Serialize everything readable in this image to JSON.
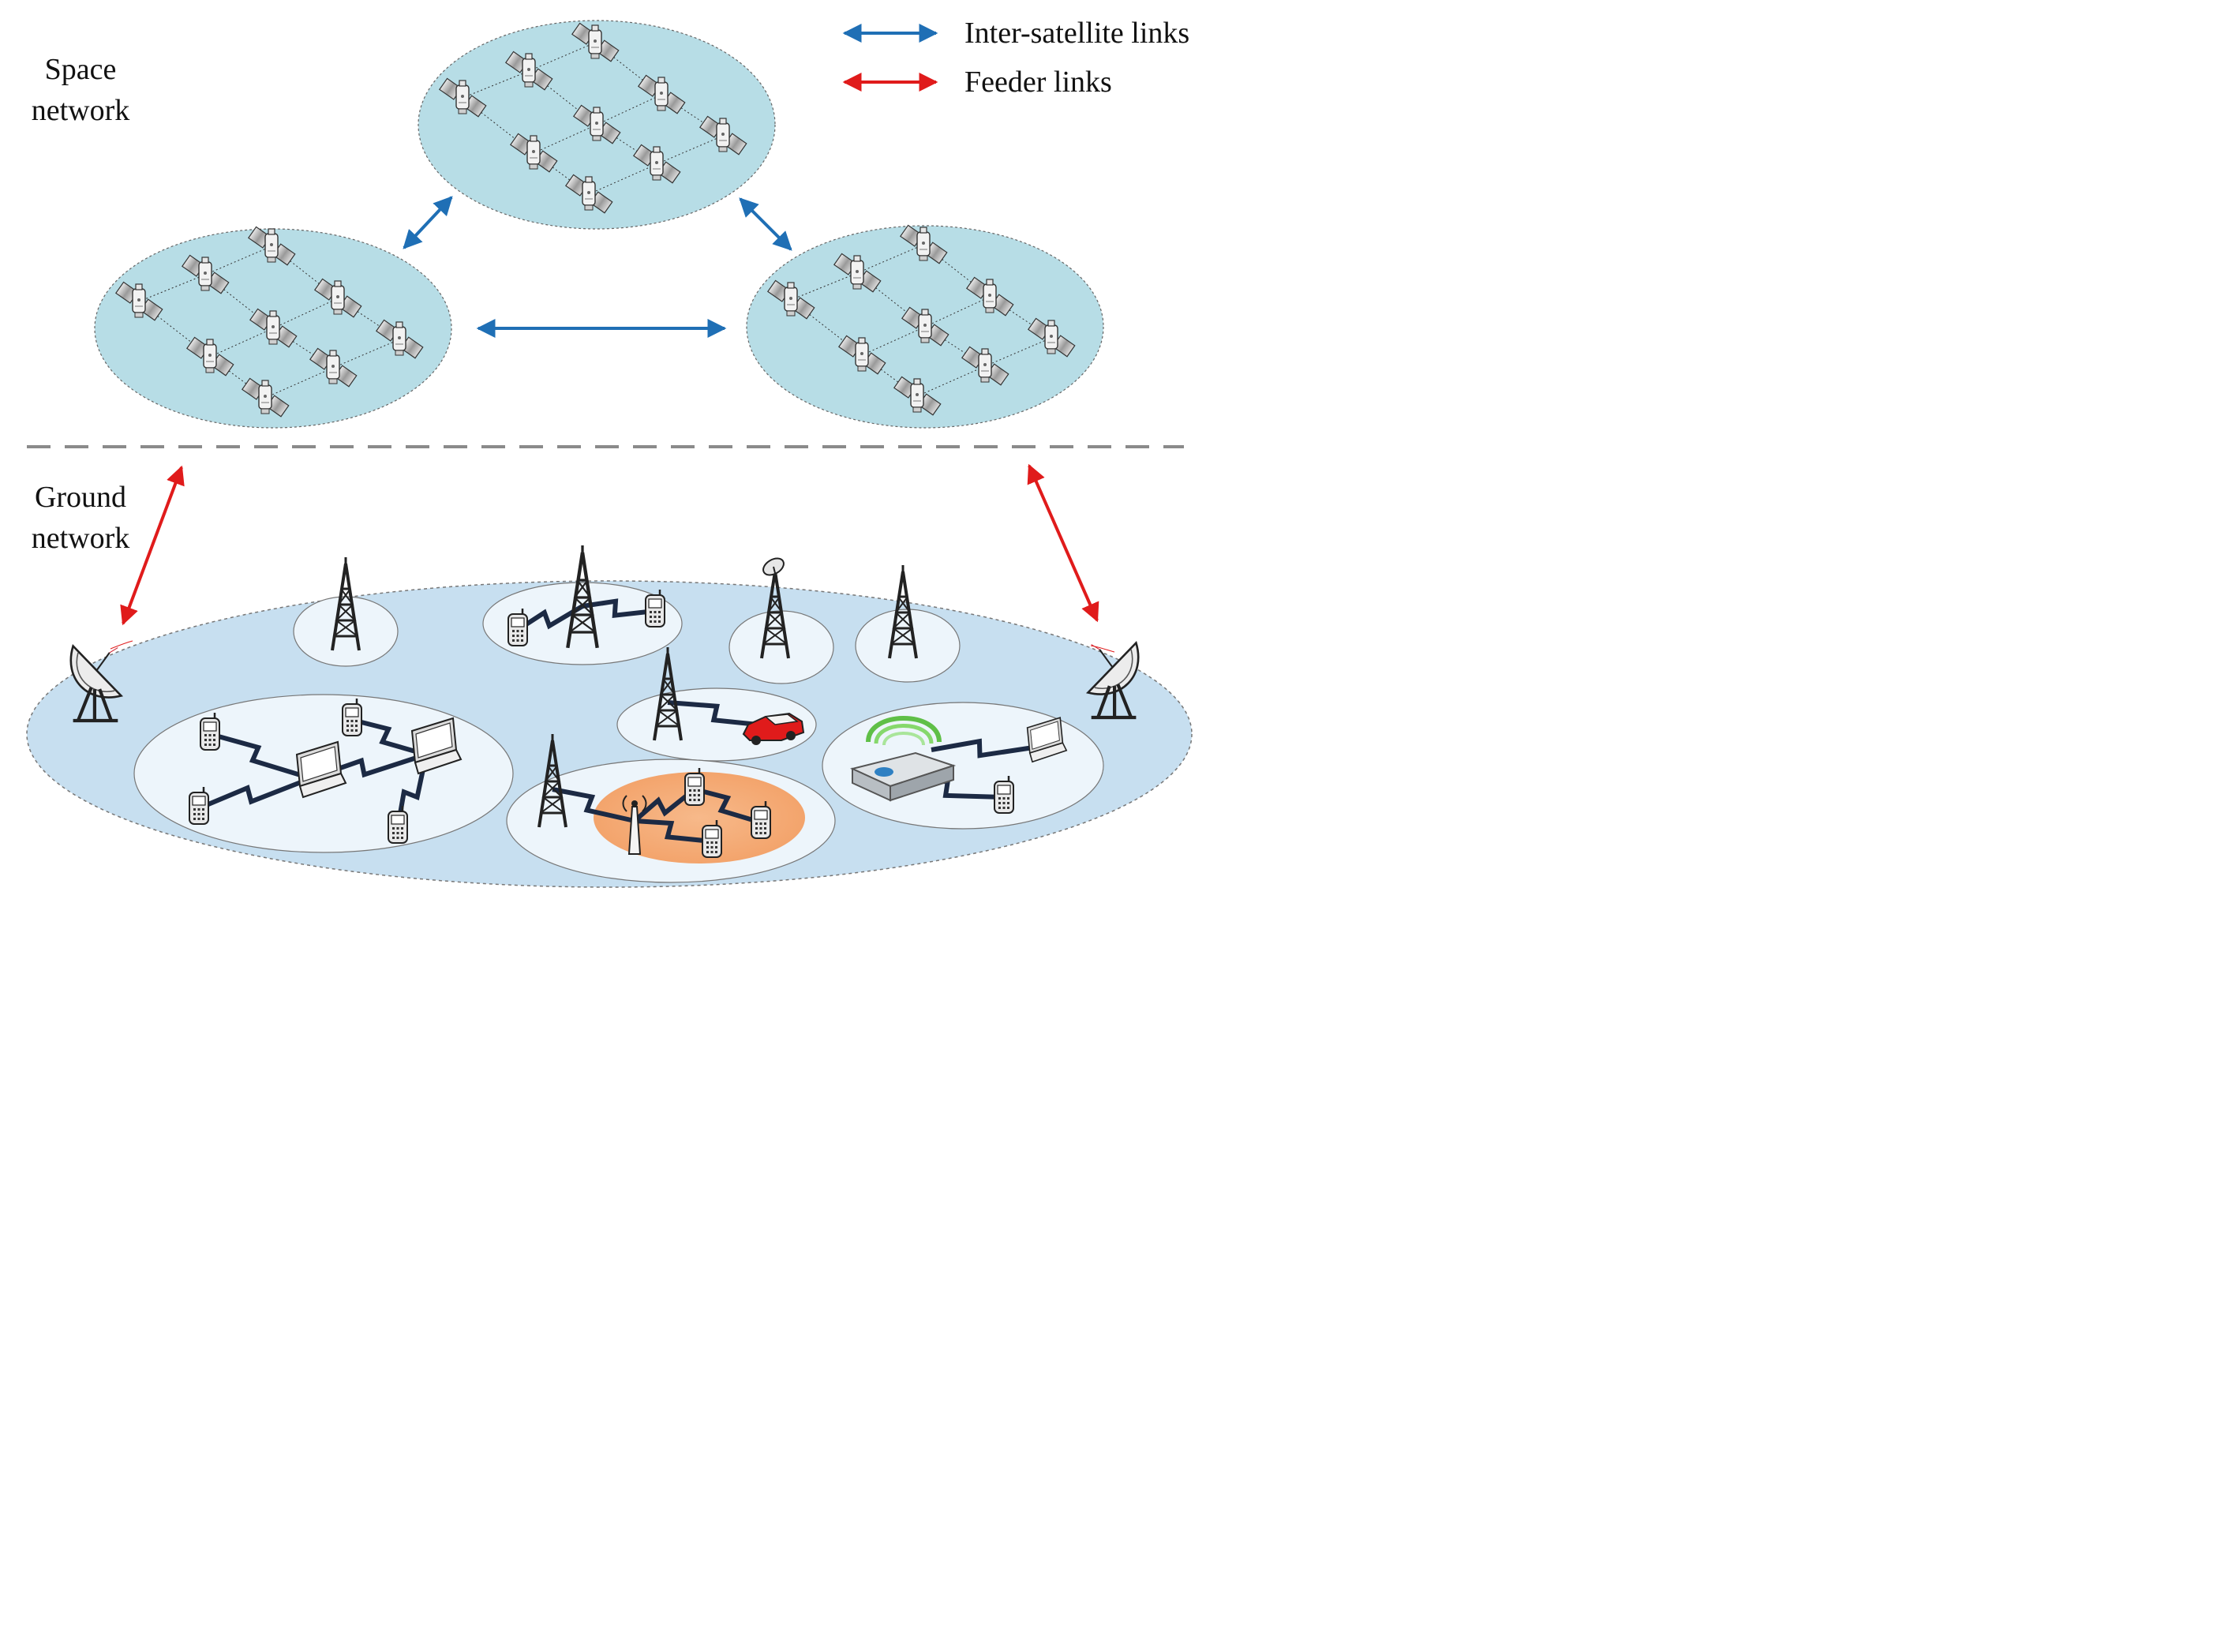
{
  "legend": {
    "inter_satellite": "Inter-satellite links",
    "feeder": "Feeder links"
  },
  "labels": {
    "space_line1": "Space",
    "space_line2": "network",
    "ground_line1": "Ground",
    "ground_line2": "network"
  },
  "colors": {
    "inter_satellite_link": "#1f6fb5",
    "feeder_link": "#e01b1b",
    "cluster_fill": "#b7dde6",
    "ground_fill": "#c7dff0",
    "cell_fill": "#edf5fb",
    "femtocell_fill": "#f4b183",
    "separator": "#8a8a8a"
  },
  "icons": [
    "satellite-icon",
    "ground-station-dish-icon",
    "cell-tower-icon",
    "mobile-phone-icon",
    "laptop-icon",
    "car-icon",
    "wifi-router-icon",
    "femto-antenna-icon",
    "wireless-link-icon"
  ]
}
